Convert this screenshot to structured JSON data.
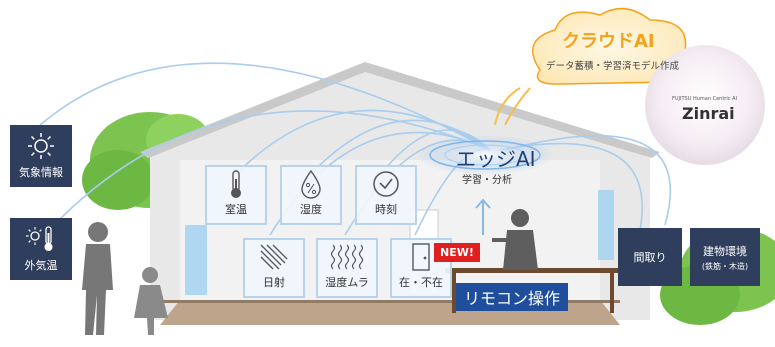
{
  "cloud": {
    "title": "クラウドAI",
    "subtitle": "データ蓄積・学習済モデル作成"
  },
  "zinrai": {
    "small": "FUJITSU Human Centric AI",
    "name": "Zinrai"
  },
  "edge": {
    "title": "エッジAI",
    "subtitle": "学習・分析"
  },
  "left_boxes": [
    {
      "label": "気象情報",
      "icon": "sun-icon"
    },
    {
      "label": "外気温",
      "icon": "thermometer-sun-icon"
    }
  ],
  "sensors": [
    {
      "label": "室温",
      "icon": "thermometer-icon"
    },
    {
      "label": "湿度",
      "icon": "humidity-drop-icon"
    },
    {
      "label": "時刻",
      "icon": "clock-icon"
    },
    {
      "label": "日射",
      "icon": "solar-radiation-icon"
    },
    {
      "label": "湿度ムラ",
      "icon": "humidity-waves-icon"
    },
    {
      "label": "在・不在",
      "icon": "door-presence-icon"
    }
  ],
  "new_badge": "NEW!",
  "remote": "リモコン操作",
  "right_boxes": [
    {
      "label": "間取り"
    },
    {
      "label": "建物環境",
      "sub": "(鉄筋・木造)"
    }
  ],
  "colors": {
    "navy": "#2f3e5c",
    "line_blue": "#a9cdee",
    "cloud_orange": "#f5a21b",
    "badge_red": "#e02020",
    "remote_bg": "#1f4e9c"
  }
}
